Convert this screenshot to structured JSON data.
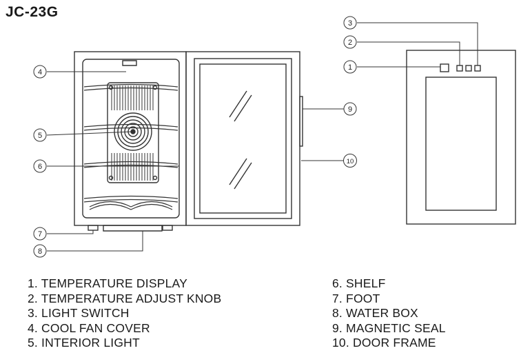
{
  "title": "JC-23G",
  "callouts": [
    "1",
    "2",
    "3",
    "4",
    "5",
    "6",
    "7",
    "8",
    "9",
    "10"
  ],
  "legend_left": [
    "1. TEMPERATURE DISPLAY",
    "2. TEMPERATURE ADJUST KNOB",
    "3. LIGHT SWITCH",
    "4. COOL FAN COVER",
    "5. INTERIOR LIGHT"
  ],
  "legend_right": [
    "6. SHELF",
    "7. FOOT",
    "8. WATER BOX",
    "9. MAGNETIC SEAL",
    "10. DOOR FRAME"
  ]
}
